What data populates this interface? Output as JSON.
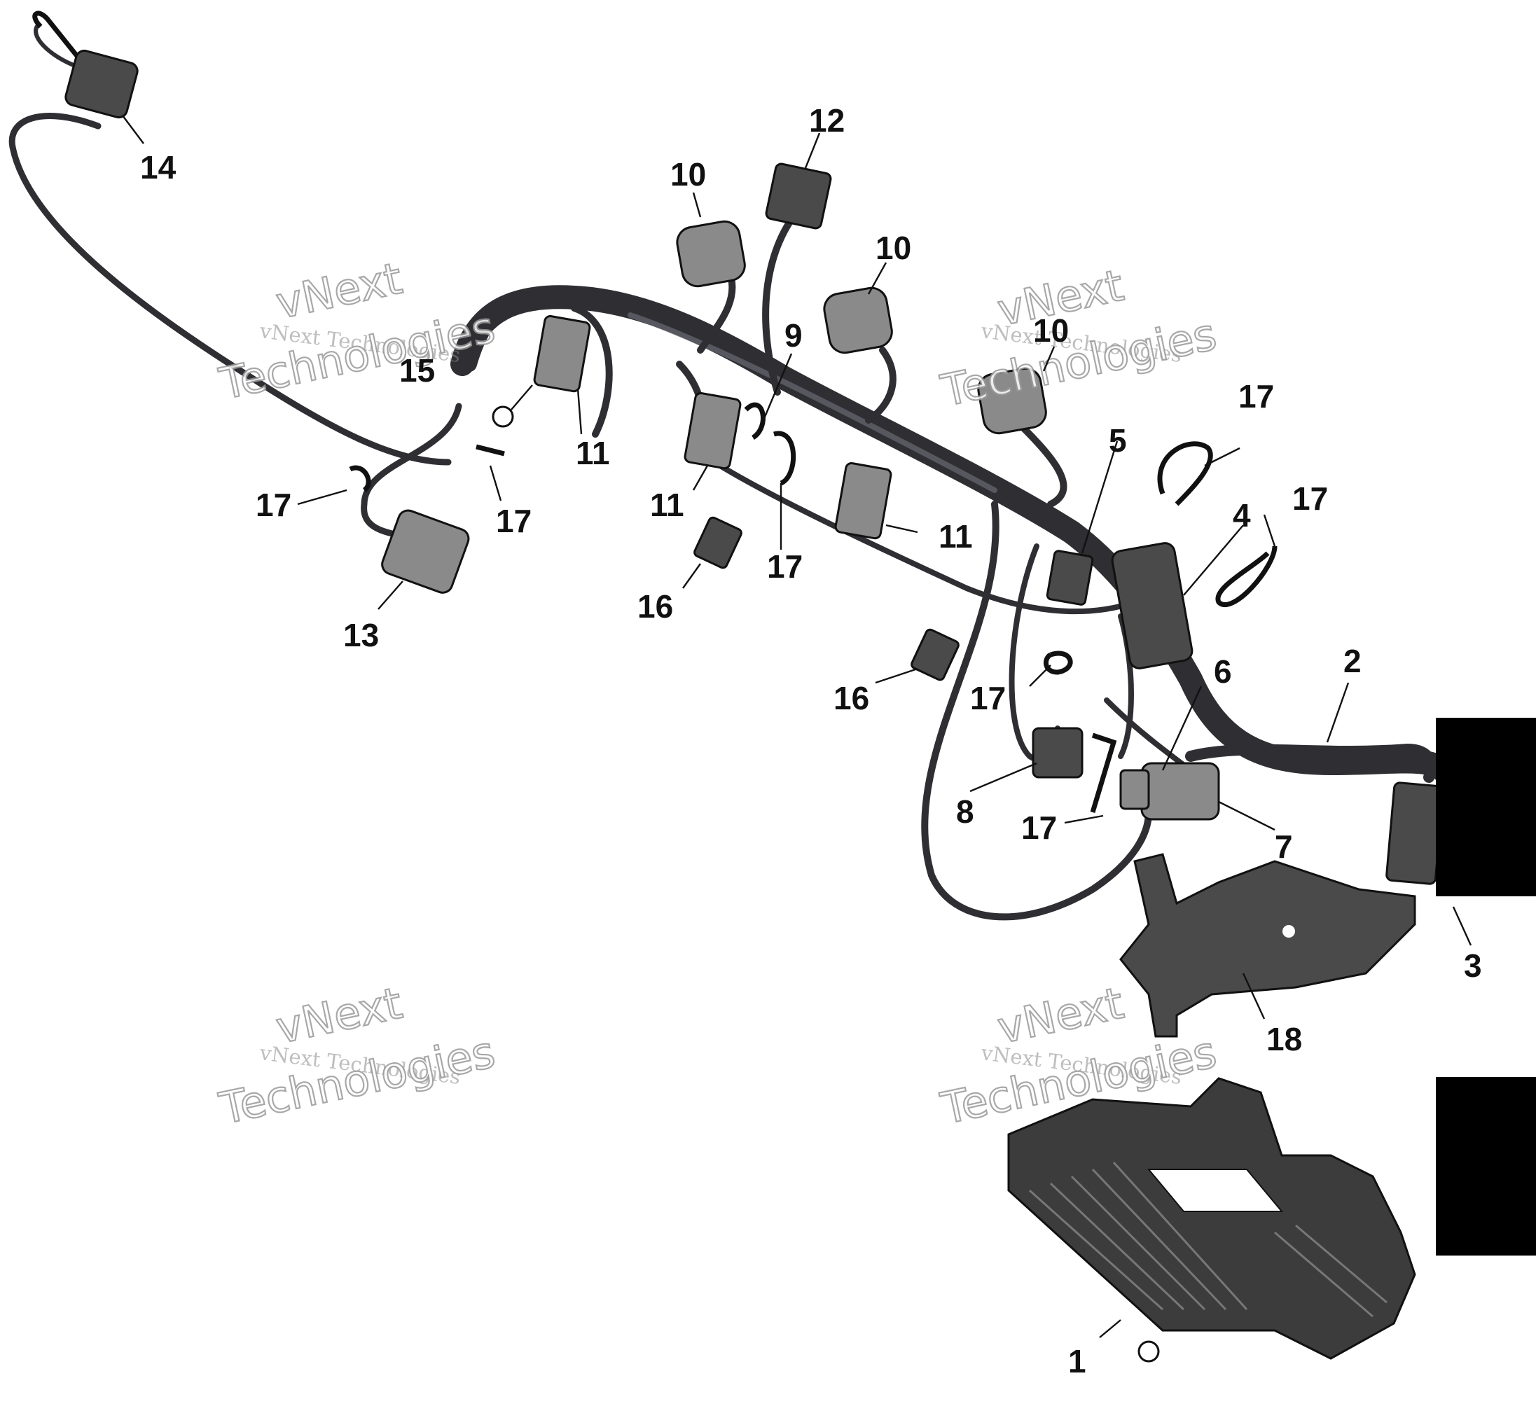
{
  "diagram": {
    "callouts": [
      {
        "id": "c1",
        "label": "1"
      },
      {
        "id": "c2",
        "label": "2"
      },
      {
        "id": "c3",
        "label": "3"
      },
      {
        "id": "c4",
        "label": "4"
      },
      {
        "id": "c5",
        "label": "5"
      },
      {
        "id": "c6",
        "label": "6"
      },
      {
        "id": "c7",
        "label": "7"
      },
      {
        "id": "c8",
        "label": "8"
      },
      {
        "id": "c9",
        "label": "9"
      },
      {
        "id": "c10a",
        "label": "10"
      },
      {
        "id": "c10b",
        "label": "10"
      },
      {
        "id": "c10c",
        "label": "10"
      },
      {
        "id": "c11a",
        "label": "11"
      },
      {
        "id": "c11b",
        "label": "11"
      },
      {
        "id": "c11c",
        "label": "11"
      },
      {
        "id": "c12",
        "label": "12"
      },
      {
        "id": "c13",
        "label": "13"
      },
      {
        "id": "c14",
        "label": "14"
      },
      {
        "id": "c15",
        "label": "15"
      },
      {
        "id": "c16a",
        "label": "16"
      },
      {
        "id": "c16b",
        "label": "16"
      },
      {
        "id": "c17a",
        "label": "17"
      },
      {
        "id": "c17b",
        "label": "17"
      },
      {
        "id": "c17c",
        "label": "17"
      },
      {
        "id": "c17d",
        "label": "17"
      },
      {
        "id": "c17e",
        "label": "17"
      },
      {
        "id": "c17f",
        "label": "17"
      },
      {
        "id": "c17g",
        "label": "17"
      },
      {
        "id": "c18",
        "label": "18"
      }
    ],
    "watermarks": [
      {
        "line1": "vNext",
        "line2": "vNext Technologies",
        "line3": "Technologies"
      },
      {
        "line1": "vNext",
        "line2": "vNext Technologies",
        "line3": "Technologies"
      },
      {
        "line1": "vNext",
        "line2": "vNext Technologies",
        "line3": "Technologies"
      },
      {
        "line1": "vNext",
        "line2": "vNext Technologies",
        "line3": "Technologies"
      }
    ],
    "colors": {
      "line": "#111111",
      "wire": "#2e2e33",
      "connector": "#8a8a8a",
      "ecu": "#3c3c3c"
    }
  }
}
